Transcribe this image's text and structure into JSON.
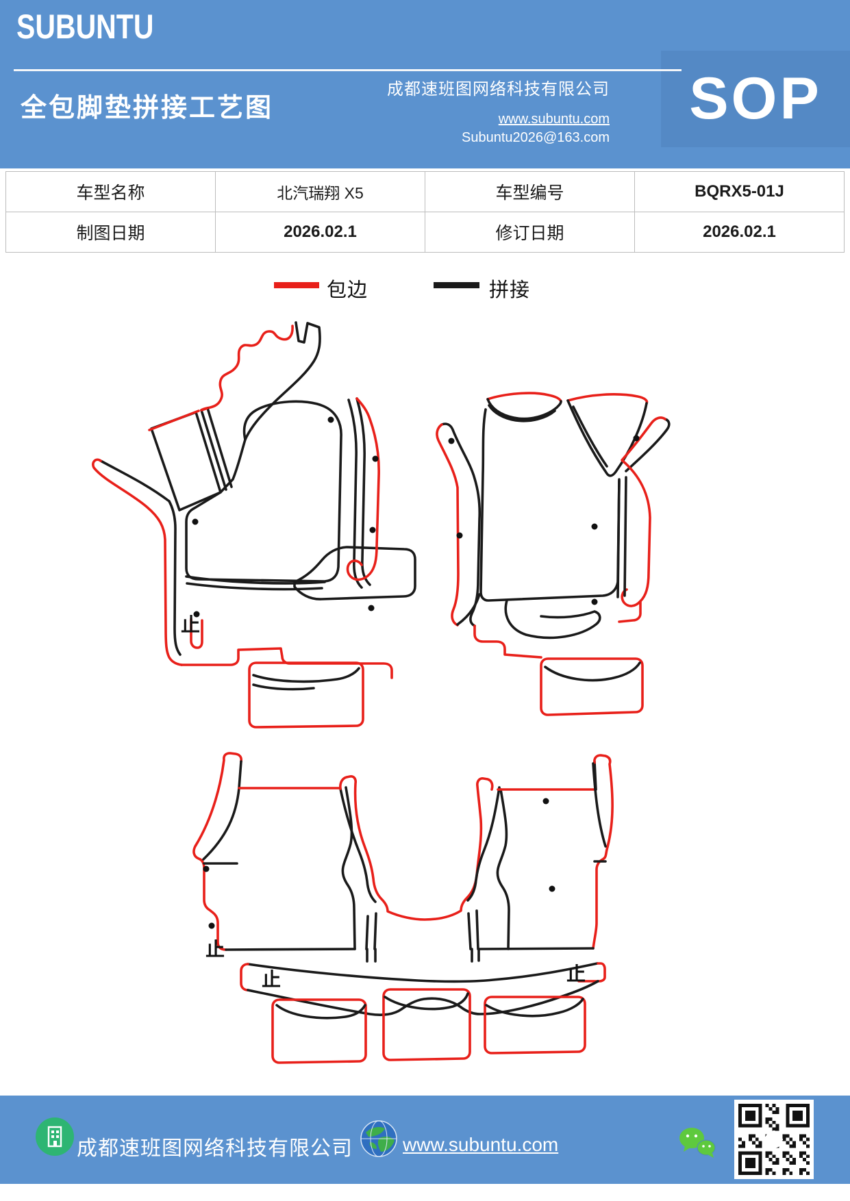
{
  "colors": {
    "band_blue": "#5b92cf",
    "sop_panel_blue": "#5489c5",
    "binding_red": "#e8201a",
    "splice_black": "#1a1a1a",
    "table_border": "#bcbcbc",
    "wechat_green": "#5ec93e",
    "icon_circle_green": "#2eb573"
  },
  "header": {
    "logo_text": "SUBUNTU",
    "doc_title": "全包脚垫拼接工艺图",
    "company_name": "成都速班图网络科技有限公司",
    "website": "www.subuntu.com",
    "email": "Subuntu2026@163.com",
    "sop_badge": "SOP"
  },
  "info_table": {
    "rows": [
      [
        "车型名称",
        "北汽瑞翔 X5",
        "车型编号",
        "BQRX5-01J"
      ],
      [
        "制图日期",
        "2026.02.1",
        "修订日期",
        "2026.02.1"
      ]
    ]
  },
  "legend": {
    "binding": {
      "label": "包边",
      "color": "#e8201a"
    },
    "splice": {
      "label": "拼接",
      "color": "#1a1a1a"
    }
  },
  "diagram": {
    "stop_mark": "止"
  },
  "footer": {
    "company_name": "成都速班图网络科技有限公司",
    "website": "www.subuntu.com"
  }
}
